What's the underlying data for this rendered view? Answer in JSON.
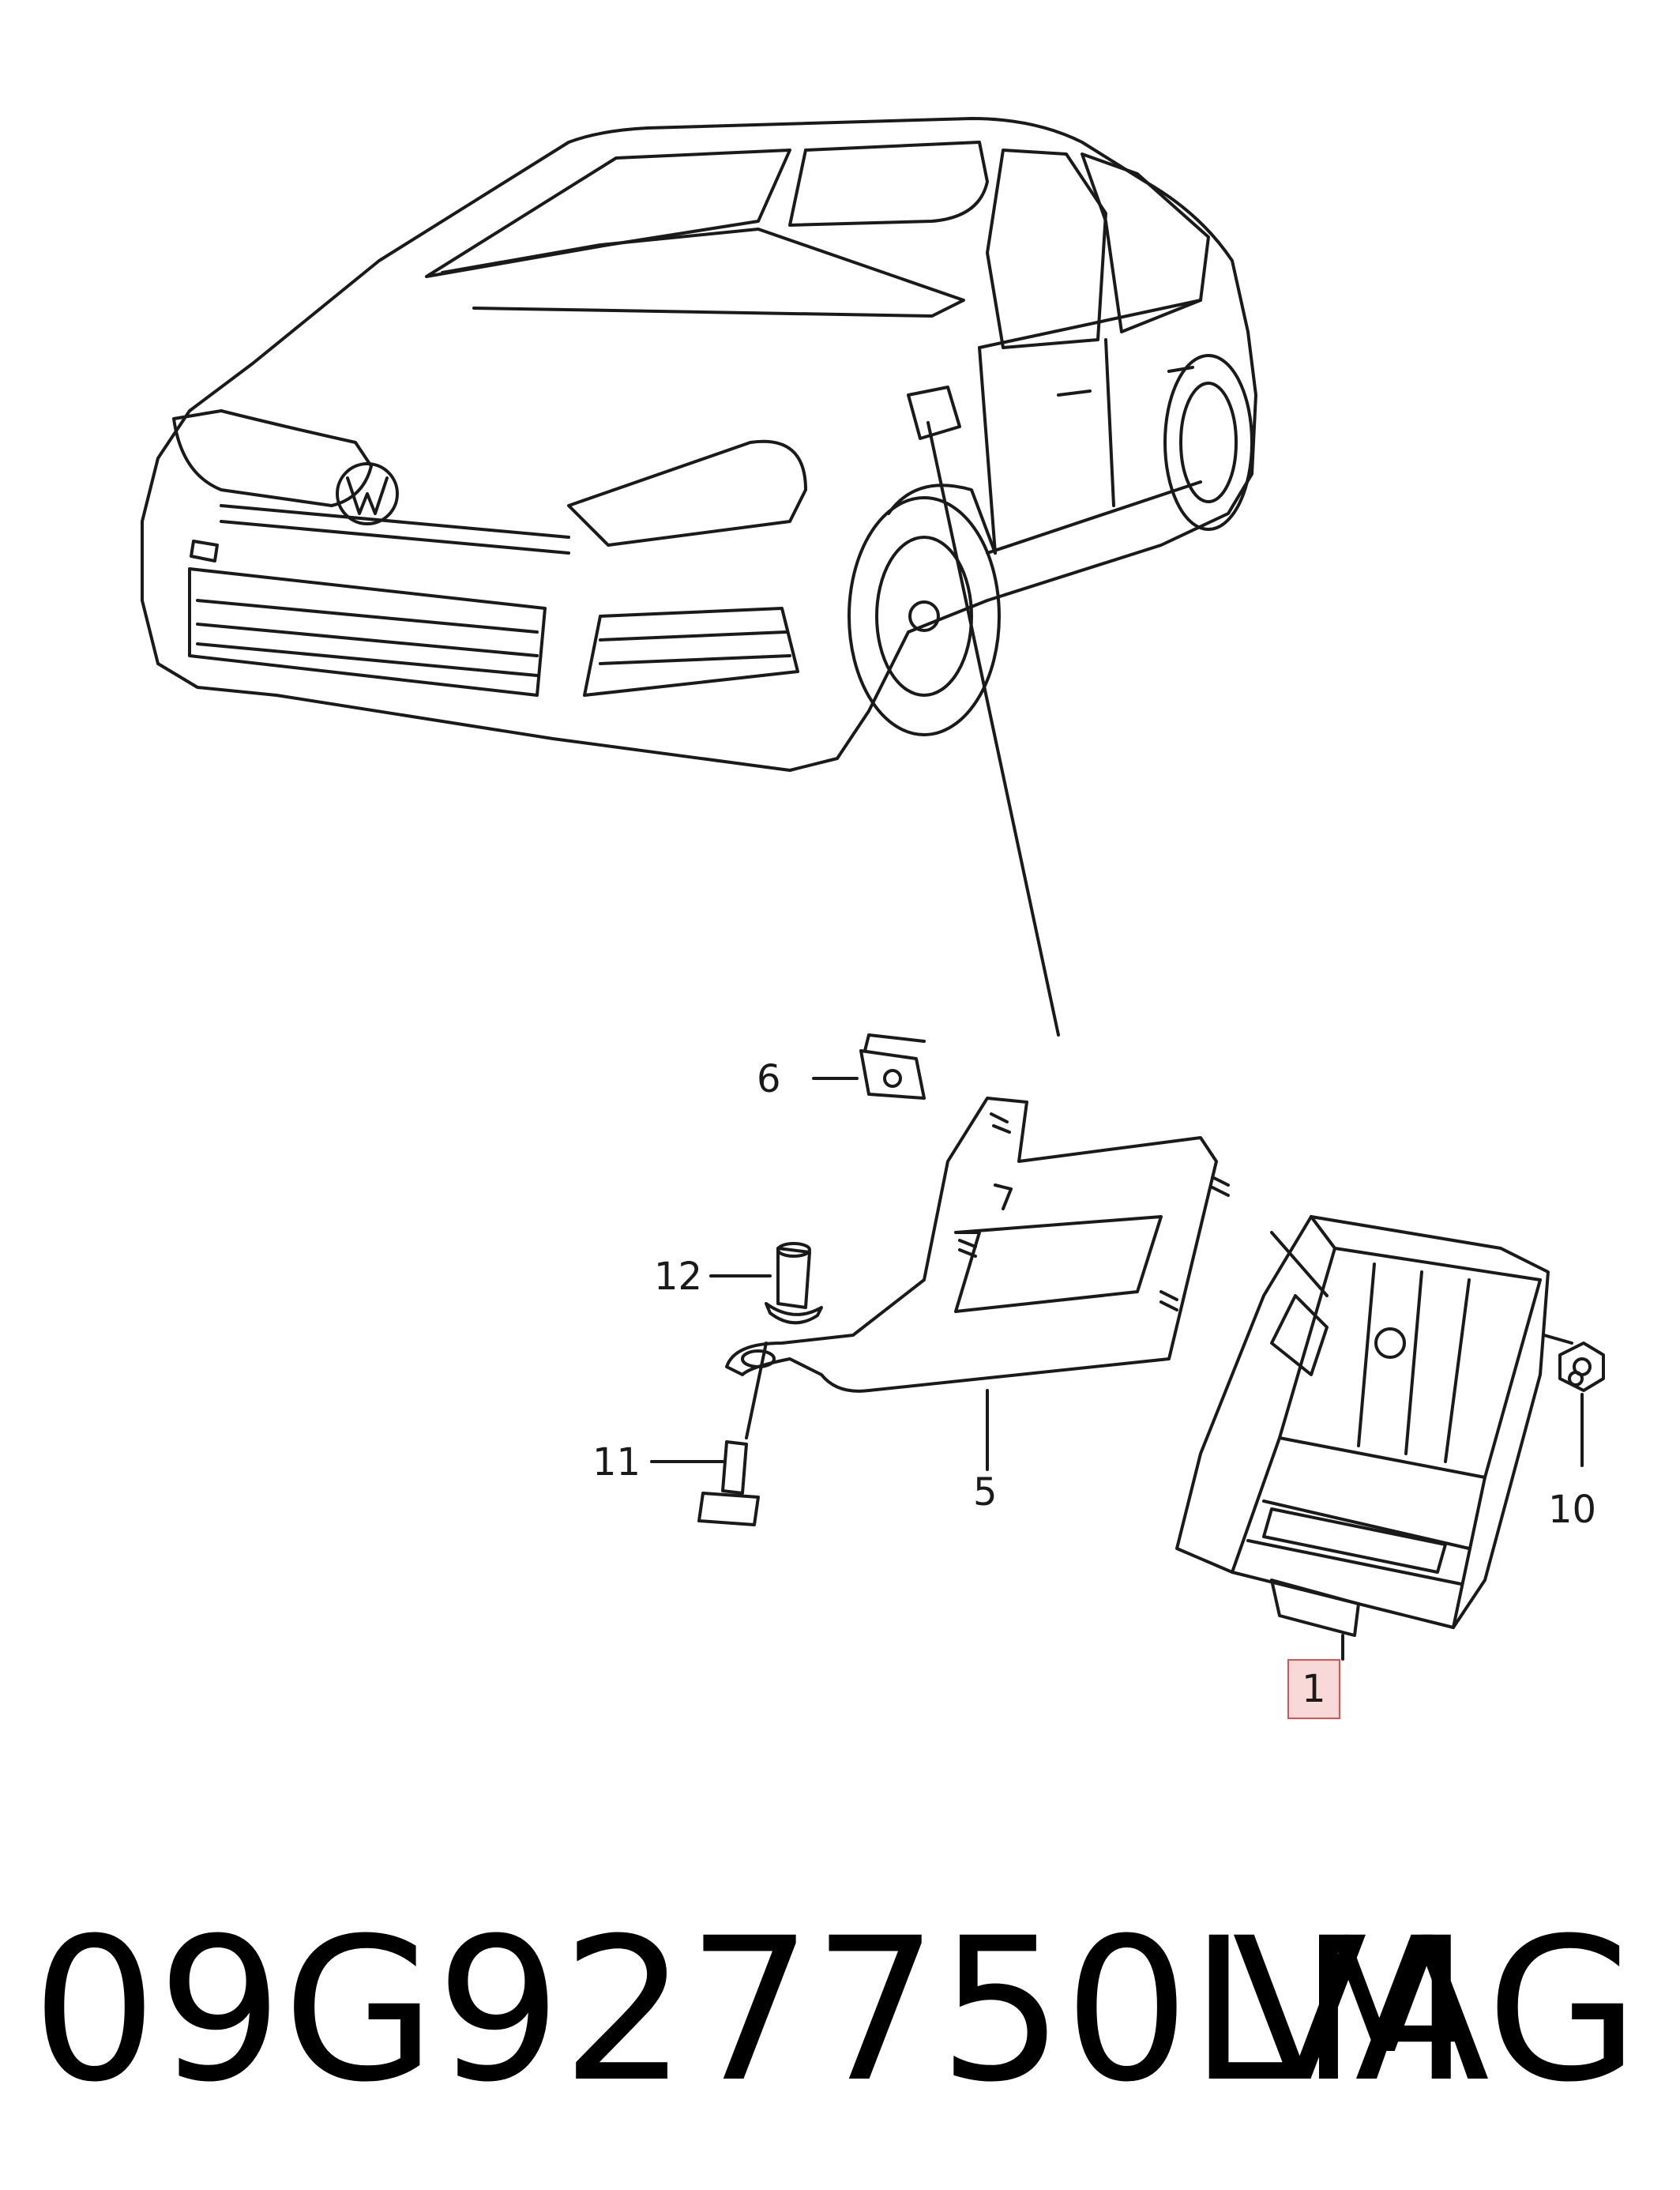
{
  "callouts": [
    {
      "id": "6",
      "label": "6"
    },
    {
      "id": "12",
      "label": "12"
    },
    {
      "id": "11",
      "label": "11"
    },
    {
      "id": "5",
      "label": "5"
    },
    {
      "id": "10",
      "label": "10"
    },
    {
      "id": "1",
      "label": "1",
      "highlighted": true
    }
  ],
  "footer": {
    "part_number": "09G927750LM",
    "brand": "VAG"
  },
  "colors": {
    "line": "#1a1a1a",
    "highlight_border": "#d9534f",
    "highlight_fill": "#f9d9d8"
  }
}
